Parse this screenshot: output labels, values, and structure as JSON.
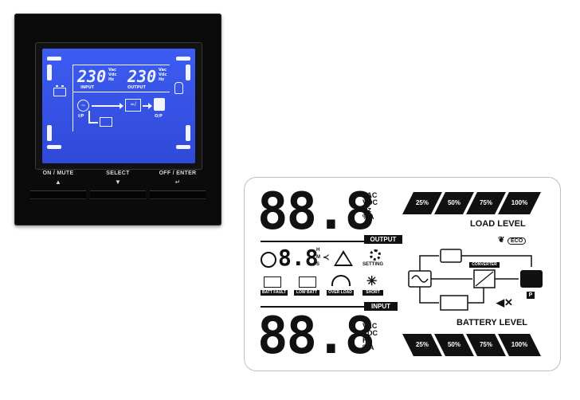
{
  "device_panel": {
    "lcd": {
      "input_value": "230",
      "output_value": "230",
      "input_units": [
        "Vac",
        "Vdc",
        "Hz"
      ],
      "output_units": [
        "Vac",
        "Vdc",
        "Hz"
      ],
      "input_caption": "INPUT",
      "output_caption": "OUTPUT",
      "ip_label": "I/P",
      "op_label": "O/P"
    },
    "buttons": [
      {
        "label": "ON / MUTE",
        "symbol": "▲"
      },
      {
        "label": "SELECT",
        "symbol": "▼"
      },
      {
        "label": "OFF / ENTER",
        "symbol": "↵"
      }
    ]
  },
  "segment_diagram": {
    "top_digits": "88.8",
    "bottom_digits": "88.8",
    "top_units": [
      "VAC",
      "VDC",
      "Hz",
      "%A"
    ],
    "bottom_units": [
      "VAC",
      "VDC",
      "Hz",
      "%A"
    ],
    "output_label": "OUTPUT",
    "input_label": "INPUT",
    "timer_digits": "8.8",
    "timer_units": [
      "H",
      "M",
      "S"
    ],
    "setting_label": "SETTING",
    "batt_fault_label": "BATT FAULT",
    "low_batt_label": "LOW BATT",
    "over_load_label": "OVER LOAD",
    "short_label": "SHORT",
    "eco_label": "ECO",
    "converter_label": "CONVERTER",
    "p_label": "P",
    "load_level": {
      "title": "LOAD LEVEL",
      "segments": [
        "25%",
        "50%",
        "75%",
        "100%"
      ]
    },
    "battery_level": {
      "title": "BATTERY LEVEL",
      "segments": [
        "25%",
        "50%",
        "75%",
        "100%"
      ]
    },
    "accent_color": "#111111",
    "lcd_color": "#3a55e8"
  }
}
